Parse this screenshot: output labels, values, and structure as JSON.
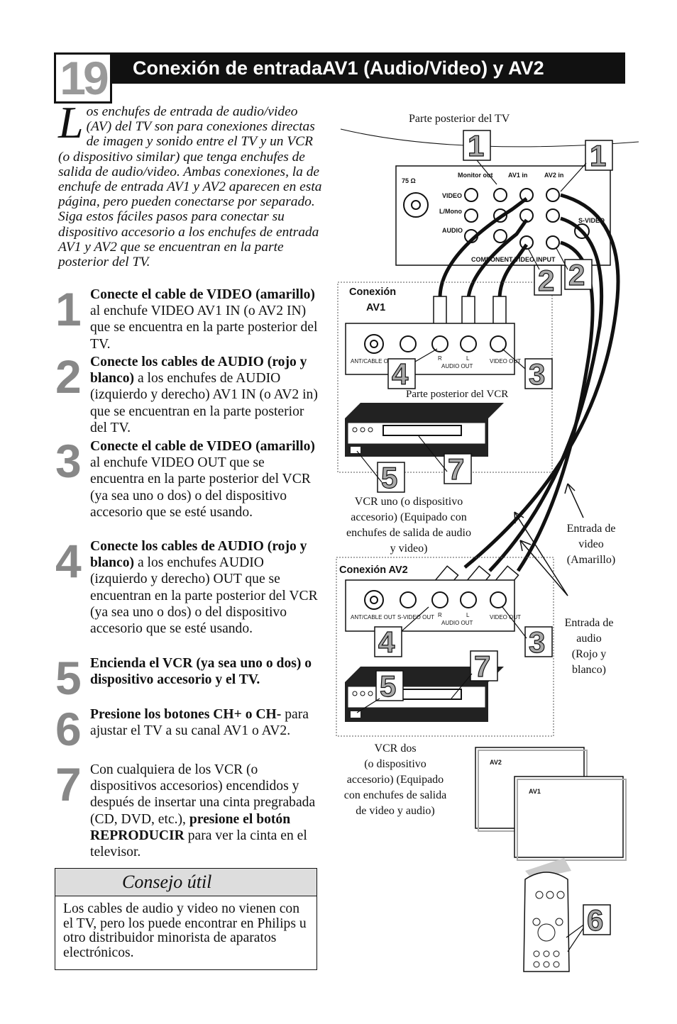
{
  "page": {
    "number": "19",
    "title": "Conexión de entradaAV1 (Audio/Video) y AV2"
  },
  "intro": {
    "dropcap": "L",
    "text": "os enchufes de entrada de audio/video (AV) del TV son para conexiones directas de imagen y sonido entre el TV y un VCR (o dispositivo similar) que tenga enchufes de salida de audio/video. Ambas conexiones, la de enchufe de entrada AV1 y AV2 aparecen en esta página, pero pueden conectarse por separado. Siga estos fáciles pasos para conectar su dispositivo accesorio a los enchufes de entrada AV1 y AV2 que se encuentran en la parte posterior del TV."
  },
  "steps": [
    {
      "num": "1",
      "bold": "Conecte el cable de VIDEO (amarillo)",
      "rest": " al enchufe VIDEO AV1 IN (o AV2 IN) que se encuentra en la parte posterior del TV."
    },
    {
      "num": "2",
      "bold": "Conecte los cables de AUDIO (rojo y blanco)",
      "rest": " a los enchufes de AUDIO (izquierdo y derecho) AV1 IN (o AV2 in) que se encuentran en la parte posterior del TV."
    },
    {
      "num": "3",
      "bold": "Conecte el cable de VIDEO (amarillo)",
      "rest": " al enchufe VIDEO OUT que se encuentra en la parte posterior del VCR (ya sea uno o dos) o del dispositivo accesorio que se esté usando."
    },
    {
      "num": "4",
      "bold": "Conecte los cables de AUDIO (rojo y blanco)",
      "rest": " a los enchufes AUDIO (izquierdo y derecho) OUT que se encuentran en la parte posterior del VCR (ya sea uno o dos) o del dispositivo accesorio que se esté usando."
    },
    {
      "num": "5",
      "bold": "Encienda el VCR (ya sea uno o dos) o dispositivo accesorio y el TV.",
      "rest": ""
    },
    {
      "num": "6",
      "bold": "Presione los botones CH+ o CH-",
      "rest": " para ajustar el TV a su canal AV1 o AV2."
    },
    {
      "num": "7",
      "pre": "Con cualquiera de los VCR (o dispositivos accesorios) encendidos y después de insertar una cinta pregrabada (CD, DVD, etc.), ",
      "bold": "presione el botón REPRODUCIR",
      "rest": " para ver la cinta en el televisor."
    }
  ],
  "tip": {
    "heading": "Consejo útil",
    "body": "Los cables de audio y video no vienen con el TV, pero los puede encontrar en Philips u otro distribuidor minorista de aparatos electrónicos."
  },
  "diagram": {
    "tv_back_label": "Parte posterior del TV",
    "tv_panel": {
      "antenna": "75 Ω",
      "monitor_out": "Monitor out",
      "av1_in": "AV1 in",
      "av2_in": "AV2 in",
      "video": "VIDEO",
      "l_mono": "L/Mono",
      "audio": "AUDIO",
      "svideo": "S-VIDEO",
      "component": "COMPONENT VIDEO INPUT"
    },
    "av1_box_label_1": "Conexión",
    "av1_box_label_2": "AV1",
    "av2_box_label": "Conexión AV2",
    "vcr_panel": {
      "ant": "ANT/CABLE OUT",
      "svideo": "S-VIDEO OUT",
      "r": "R",
      "l": "L",
      "audio_out": "AUDIO OUT",
      "video_out": "VIDEO OUT"
    },
    "vcr_back_label": "Parte posterior del VCR",
    "vcr1_caption": [
      "VCR uno (o dispositivo",
      "accesorio) (Equipado con",
      "enchufes de salida de audio",
      "y video)"
    ],
    "vcr2_caption": [
      "VCR dos",
      "(o dispositivo",
      "accesorio) (Equipado",
      "con enchufes de salida",
      "de video y audio)"
    ],
    "video_in_label": [
      "Entrada de",
      "video",
      "(Amarillo)"
    ],
    "audio_in_label": [
      "Entrada de",
      "audio",
      "(Rojo y",
      "blanco)"
    ],
    "screen_av2": "AV2",
    "screen_av1": "AV1",
    "callouts": [
      "1",
      "1",
      "2",
      "2",
      "4",
      "3",
      "5",
      "7",
      "4",
      "3",
      "5",
      "7",
      "6"
    ]
  }
}
